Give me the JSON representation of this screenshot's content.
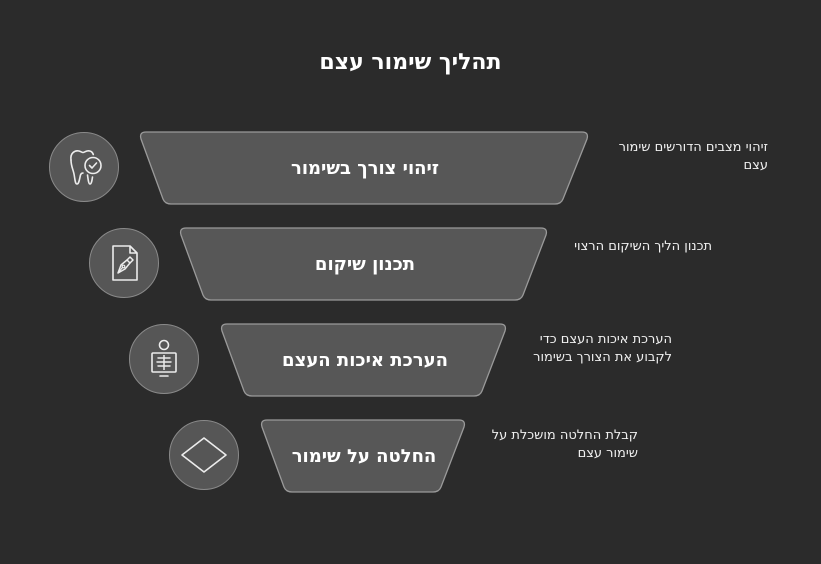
{
  "title": "תהליך שימור עצם",
  "stages": [
    {
      "label": "זיהוי צורך בשימור",
      "description": "זיהוי מצבים הדורשים שימור עצם",
      "icon": "tooth-check-icon"
    },
    {
      "label": "תכנון שיקום",
      "description": "תכנון הליך השיקום הרצוי",
      "icon": "document-pen-icon"
    },
    {
      "label": "הערכת איכות העצם",
      "description": "הערכת איכות העצם כדי לקבוע את הצורך בשימור",
      "icon": "xray-icon"
    },
    {
      "label": "החלטה על שימור",
      "description": "קבלת החלטה מושכלת על שימור עצם",
      "icon": "diamond-icon"
    }
  ],
  "colors": {
    "background": "#2b2b2b",
    "funnel_fill": "#575757",
    "funnel_stroke": "#9a9a9a",
    "text": "#ffffff"
  }
}
